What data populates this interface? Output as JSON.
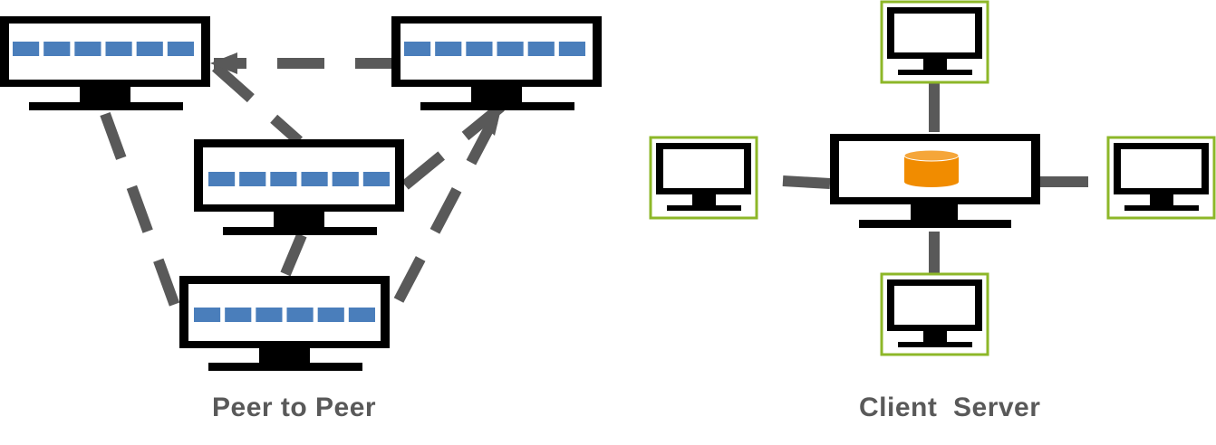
{
  "captions": {
    "peer_to_peer": "Peer to Peer",
    "client_server": "Client  Server"
  },
  "colors": {
    "monitor": "#000000",
    "connector": "#595959",
    "peer_block": "#4a7ebb",
    "client_frame": "#8db728",
    "database": "#f18c00"
  },
  "peer_block_count": 6,
  "icons": {
    "peer_computer": "monitor-icon",
    "client_computer": "monitor-icon",
    "server_computer": "monitor-icon",
    "server_database": "database-icon"
  }
}
